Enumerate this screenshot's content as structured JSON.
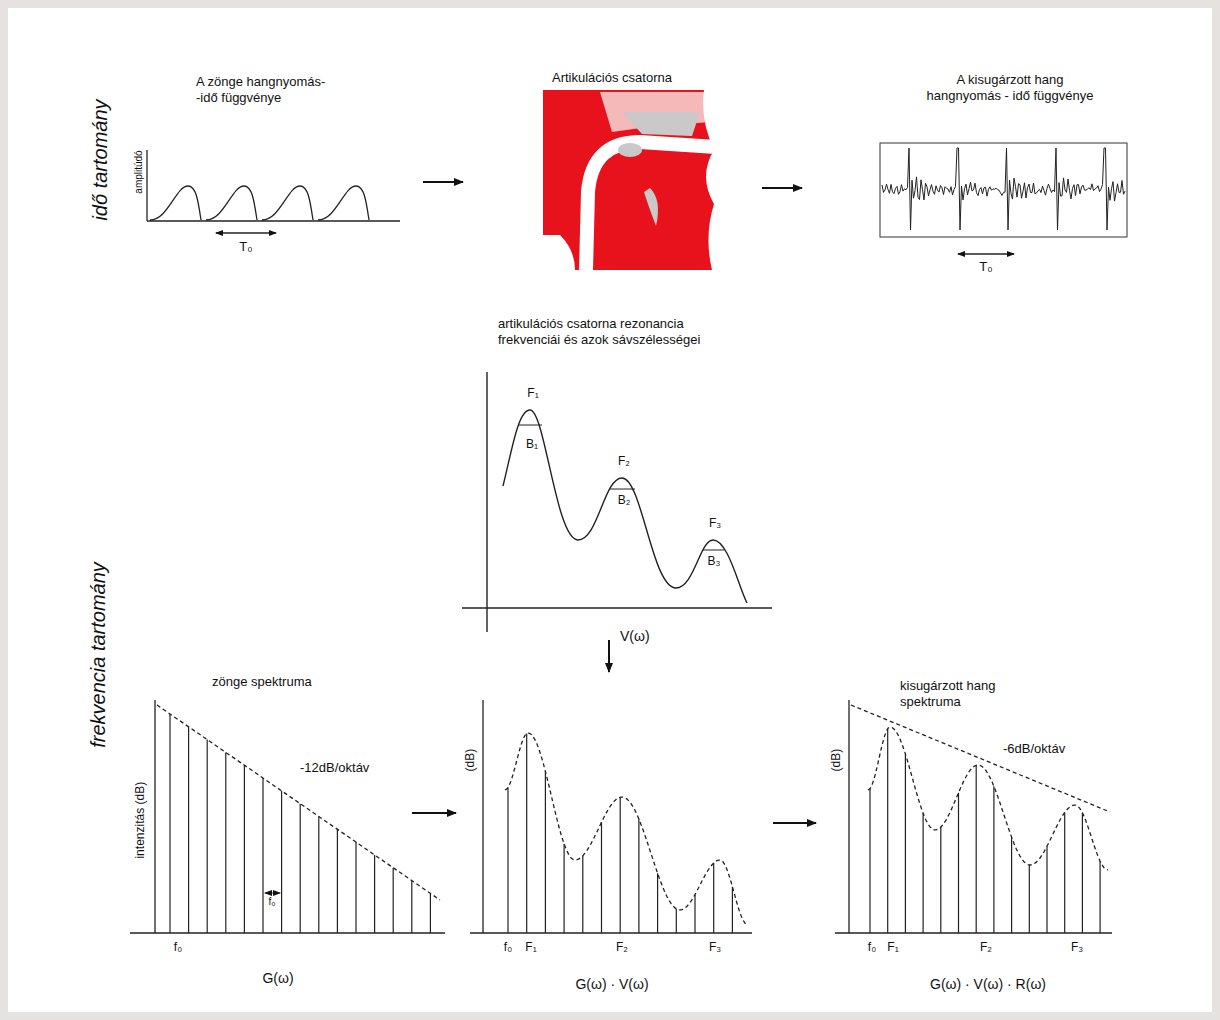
{
  "diagram": {
    "labels": [
      "idő tartomány",
      "A zönge hangnyomás- -idő függvénye",
      "amplitúdó",
      "T₀",
      "Artikulációs csatorna",
      "A kisugárzott hang hangnyomás - idő függvénye",
      "T₀",
      "artikulációs csatorna rezonancia frekvenciái és azok sávszélességei",
      "F₁",
      "B₁",
      "F₂",
      "B₂",
      "F₃",
      "B₃",
      "V(ω)",
      "frekvencia tartomány",
      "zönge spektruma",
      "-12dB/oktáv",
      "intenzitás (dB)",
      "f₀",
      "f₀",
      "G(ω)",
      "(dB)",
      "f₀",
      "F₁",
      "F₂",
      "F₃",
      "G(ω) · V(ω)",
      "kisugárzott hang spektruma",
      "-6dB/oktáv",
      "(dB)",
      "f₀",
      "F₁",
      "F₂",
      "F₃",
      "G(ω) · V(ω) · R(ω)"
    ]
  }
}
